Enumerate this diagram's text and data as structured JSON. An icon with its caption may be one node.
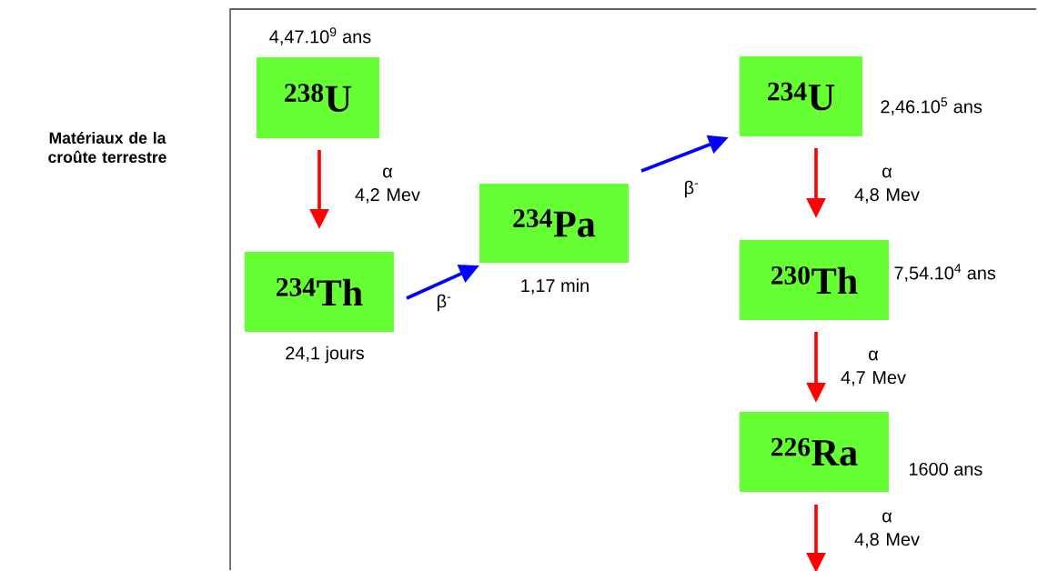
{
  "diagram": {
    "nodes": [
      {
        "text": [
          "Matériaux de la croûte terrestre"
        ]
      },
      {
        "text": [
          "$^{238}$U"
        ],
        "in": 0,
        "beside": [
          "4,47.10$^{9}$ ans"
        ]
      },
      {
        "text": [
          "$^{234}$Th"
        ],
        "in": 0,
        "beside": [
          "24,1 jours"
        ]
      },
      {
        "text": [
          "$^{234}$Pa"
        ],
        "in": 0,
        "beside": [
          "1,17 min"
        ]
      },
      {
        "text": [
          "$^{234}$U"
        ],
        "in": 0,
        "beside": [
          "2,46.10$^{5}$ ans"
        ]
      },
      {
        "text": [
          "$^{230}$Th"
        ],
        "in": 0,
        "beside": [
          "7,54.10$^{4}$ ans"
        ]
      },
      {
        "text": [
          "$^{226}$Ra"
        ],
        "in": 0,
        "beside": [
          "1600 ans"
        ]
      }
    ],
    "edges": [
      {
        "from": 1,
        "to": 2,
        "arrow": "to",
        "label": "α 4,2 Mev"
      },
      {
        "from": 2,
        "to": 3,
        "arrow": "to",
        "label": "β$^{-}$",
        "color": "#0000ff"
      },
      {
        "from": 3,
        "to": 4,
        "arrow": "to",
        "label": "β$^{-}$",
        "color": "#0000ff"
      },
      {
        "from": 4,
        "to": 5,
        "arrow": "to",
        "label": "α 4,8 Mev"
      },
      {
        "from": 5,
        "to": 6,
        "arrow": "to",
        "label": "α 4,7 Mev"
      },
      {
        "from": 6,
        "to": null,
        "arrow": "to",
        "label": "α 4,8 Mev"
      }
    ]
  }
}
